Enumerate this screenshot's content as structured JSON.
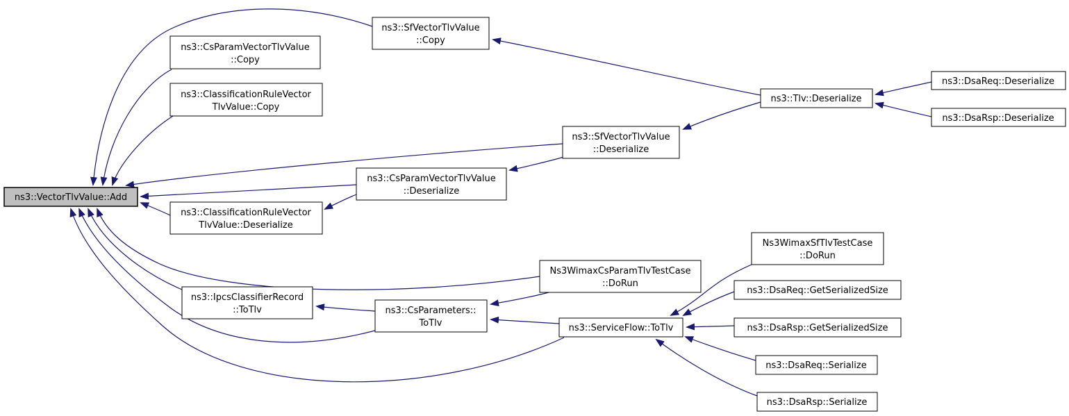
{
  "diagram": {
    "kind": "caller-graph",
    "focus_function": "ns3::VectorTlvValue::Add",
    "background": "#ffffff"
  },
  "colors": {
    "edge": "#191970",
    "node_fill": "#ffffff",
    "node_border": "#000000",
    "focus_node_fill": "#bfbfbf",
    "text": "#000000"
  },
  "nodes": {
    "add": {
      "lines": [
        "ns3::VectorTlvValue::Add"
      ]
    },
    "csparam_copy": {
      "lines": [
        "ns3::CsParamVectorTlvValue",
        "::Copy"
      ]
    },
    "classrule_copy": {
      "lines": [
        "ns3::ClassificationRuleVector",
        "TlvValue::Copy"
      ]
    },
    "sfvector_copy": {
      "lines": [
        "ns3::SfVectorTlvValue",
        "::Copy"
      ]
    },
    "sfvector_deserialize": {
      "lines": [
        "ns3::SfVectorTlvValue",
        "::Deserialize"
      ]
    },
    "csparam_deserialize": {
      "lines": [
        "ns3::CsParamVectorTlvValue",
        "::Deserialize"
      ]
    },
    "classrule_deserialize": {
      "lines": [
        "ns3::ClassificationRuleVector",
        "TlvValue::Deserialize"
      ]
    },
    "tlv_deserialize": {
      "lines": [
        "ns3::Tlv::Deserialize"
      ]
    },
    "dsareq_deserialize": {
      "lines": [
        "ns3::DsaReq::Deserialize"
      ]
    },
    "dsarsp_deserialize": {
      "lines": [
        "ns3::DsaRsp::Deserialize"
      ]
    },
    "wimax_csparam_dorun": {
      "lines": [
        "Ns3WimaxCsParamTlvTestCase",
        "::DoRun"
      ]
    },
    "ipcs_totlv": {
      "lines": [
        "ns3::IpcsClassifierRecord",
        "::ToTlv"
      ]
    },
    "csparameters_totlv": {
      "lines": [
        "ns3::CsParameters::",
        "ToTlv"
      ]
    },
    "serviceflow_totlv": {
      "lines": [
        "ns3::ServiceFlow::ToTlv"
      ]
    },
    "wimax_sf_dorun": {
      "lines": [
        "Ns3WimaxSfTlvTestCase",
        "::DoRun"
      ]
    },
    "dsareq_getsize": {
      "lines": [
        "ns3::DsaReq::GetSerializedSize"
      ]
    },
    "dsarsp_getsize": {
      "lines": [
        "ns3::DsaRsp::GetSerializedSize"
      ]
    },
    "dsareq_serialize": {
      "lines": [
        "ns3::DsaReq::Serialize"
      ]
    },
    "dsarsp_serialize": {
      "lines": [
        "ns3::DsaRsp::Serialize"
      ]
    }
  },
  "edges": [
    {
      "from": "sfvector_copy",
      "to": "add"
    },
    {
      "from": "csparam_copy",
      "to": "add"
    },
    {
      "from": "classrule_copy",
      "to": "add"
    },
    {
      "from": "sfvector_deserialize",
      "to": "add"
    },
    {
      "from": "csparam_deserialize",
      "to": "add"
    },
    {
      "from": "classrule_deserialize",
      "to": "add"
    },
    {
      "from": "wimax_csparam_dorun",
      "to": "add"
    },
    {
      "from": "ipcs_totlv",
      "to": "add"
    },
    {
      "from": "csparameters_totlv",
      "to": "add"
    },
    {
      "from": "serviceflow_totlv",
      "to": "add"
    },
    {
      "from": "csparameters_totlv",
      "to": "ipcs_totlv"
    },
    {
      "from": "wimax_csparam_dorun",
      "to": "csparameters_totlv"
    },
    {
      "from": "serviceflow_totlv",
      "to": "csparameters_totlv"
    },
    {
      "from": "tlv_deserialize",
      "to": "sfvector_copy"
    },
    {
      "from": "tlv_deserialize",
      "to": "sfvector_deserialize"
    },
    {
      "from": "dsareq_deserialize",
      "to": "tlv_deserialize"
    },
    {
      "from": "dsarsp_deserialize",
      "to": "tlv_deserialize"
    },
    {
      "from": "sfvector_deserialize",
      "to": "csparam_deserialize"
    },
    {
      "from": "csparam_deserialize",
      "to": "classrule_deserialize"
    },
    {
      "from": "wimax_sf_dorun",
      "to": "serviceflow_totlv"
    },
    {
      "from": "dsareq_getsize",
      "to": "serviceflow_totlv"
    },
    {
      "from": "dsarsp_getsize",
      "to": "serviceflow_totlv"
    },
    {
      "from": "dsareq_serialize",
      "to": "serviceflow_totlv"
    },
    {
      "from": "dsarsp_serialize",
      "to": "serviceflow_totlv"
    }
  ]
}
